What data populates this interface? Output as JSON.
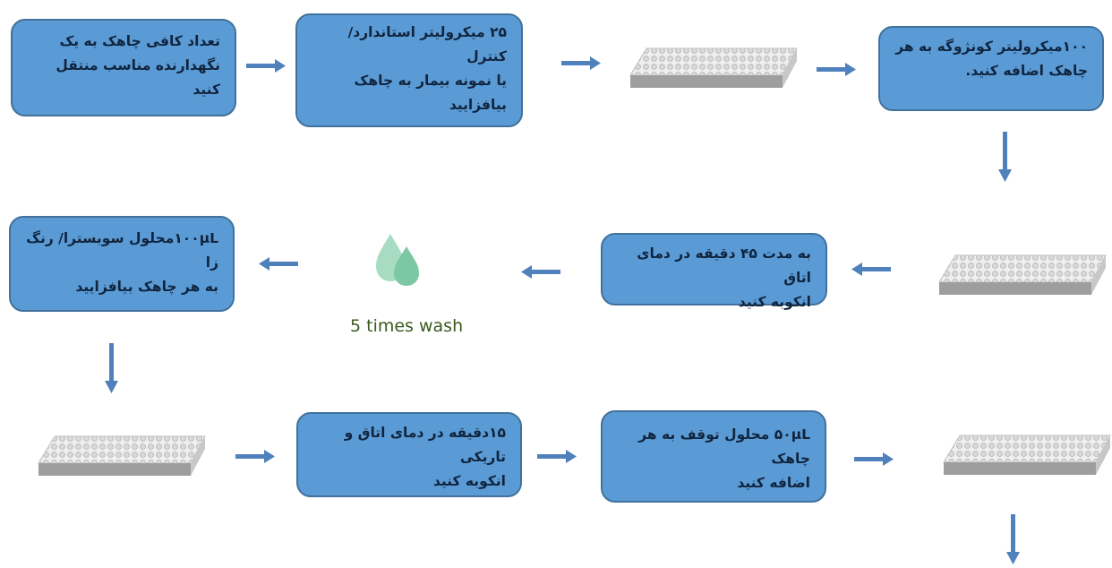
{
  "steps": {
    "s1": "تعداد کافی چاهک به یک\nنگهدارنده مناسب  منتقل کنید",
    "s2": "۲۵ میکرولیتر استاندارد/ کنترل\nیا نمونه بیمار به چاهک\nبیافزایید",
    "s3": "۱۰۰میکرولیتر کونژوگه به هر\nچاهک اضافه کنید.",
    "s4": "به مدت ۴۵ دقیقه در دمای اتاق\nانکوبه کنید",
    "s5": "۱۰۰µLمحلول سوبسترا/ رنگ زا\nبه هر چاهک بیافزایید",
    "s6": "۱۵دقیقه در دمای اتاق و تاریکی\nانکوبه کنید",
    "s7": "۵۰µL محلول توقف به هر چاهک\nاضافه کنید"
  },
  "wash": {
    "label": "5 times wash",
    "icon": "water-drops-icon"
  },
  "colors": {
    "box_fill": "#5b9bd5",
    "box_border": "#41719c",
    "arrow": "#4f81bd",
    "drop": "#8fd0b0"
  }
}
